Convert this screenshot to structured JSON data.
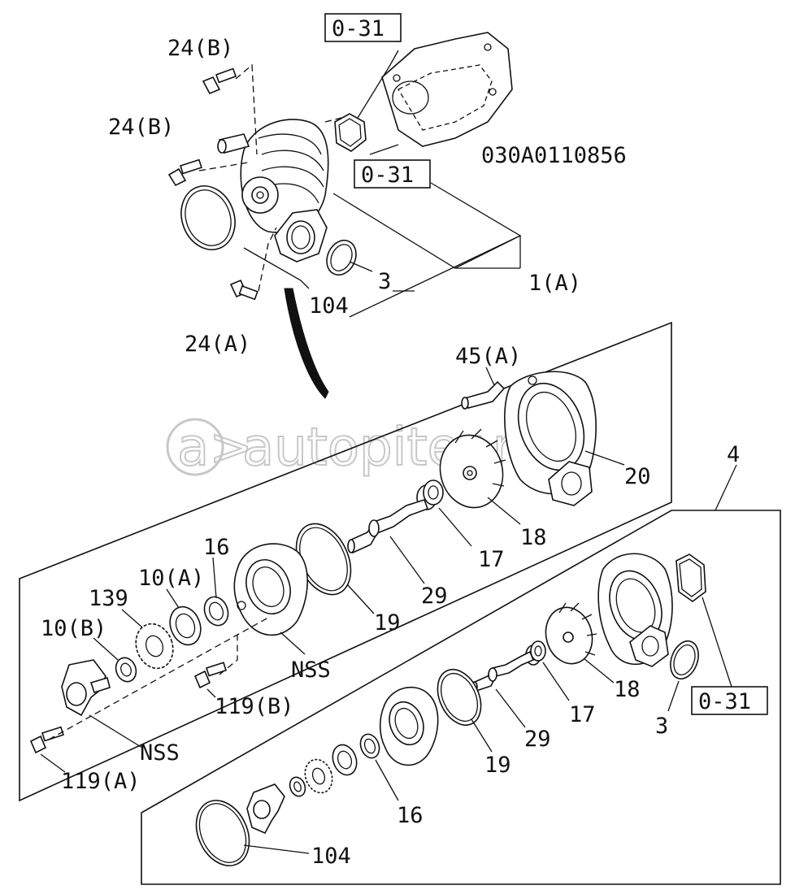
{
  "diagram": {
    "figure_code": "030A0110856",
    "watermark": "autopiter.ru",
    "ref_boxes": [
      "0-31",
      "0-31",
      "0-31"
    ],
    "labels": {
      "l_24b_top": "24(B)",
      "l_24b_mid": "24(B)",
      "l_24a": "24(A)",
      "l_104_top": "104",
      "l_3_top": "3",
      "l_1a": "1(A)",
      "l_45a": "45(A)",
      "l_20": "20",
      "l_18_a": "18",
      "l_17_a": "17",
      "l_29_a": "29",
      "l_19_a": "19",
      "l_16_a": "16",
      "l_10a": "10(A)",
      "l_139": "139",
      "l_10b": "10(B)",
      "l_nss_a": "NSS",
      "l_119b": "119(B)",
      "l_nss_b": "NSS",
      "l_119a": "119(A)",
      "l_4": "4",
      "l_18_b": "18",
      "l_17_b": "17",
      "l_3_b": "3",
      "l_29_b": "29",
      "l_19_b": "19",
      "l_16_b": "16",
      "l_104_b": "104"
    }
  }
}
